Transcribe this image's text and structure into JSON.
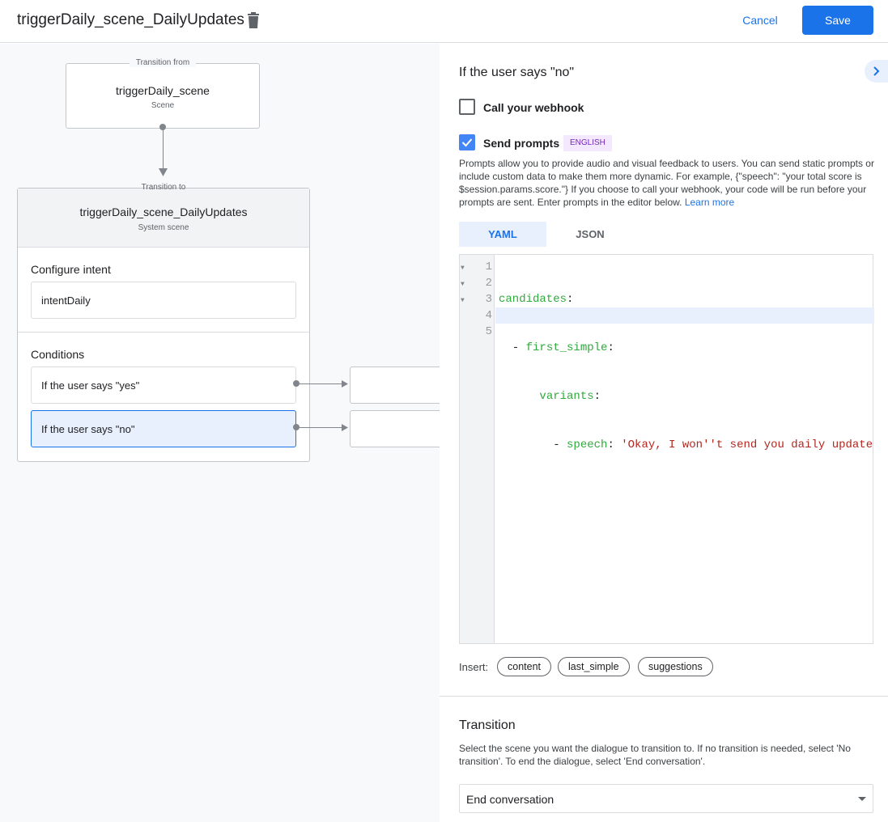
{
  "header": {
    "title": "triggerDaily_scene_DailyUpdates",
    "cancel_label": "Cancel",
    "save_label": "Save"
  },
  "canvas": {
    "from": {
      "legend": "Transition from",
      "name": "triggerDaily_scene",
      "type": "Scene"
    },
    "to": {
      "legend": "Transition to",
      "name": "triggerDaily_scene_DailyUpdates",
      "type": "System scene",
      "configure_intent_label": "Configure intent",
      "intent": "intentDaily",
      "conditions_label": "Conditions",
      "conditions": [
        {
          "label": "If the user says \"yes\""
        },
        {
          "label": "If the user says \"no\"",
          "selected": true
        }
      ]
    }
  },
  "panel": {
    "title": "If the user says \"no\"",
    "webhook": {
      "label": "Call your webhook",
      "checked": false
    },
    "prompts": {
      "label": "Send prompts",
      "checked": true,
      "badge": "ENGLISH",
      "description": "Prompts allow you to provide audio and visual feedback to users. You can send static prompts or include custom data to make them more dynamic. For example, {\"speech\": \"your total score is $session.params.score.\"} If you choose to call your webhook, your code will be run before your prompts are sent. Enter prompts in the editor below. ",
      "learn_more": "Learn more"
    },
    "tabs": [
      {
        "label": "YAML",
        "active": true
      },
      {
        "label": "JSON",
        "active": false
      }
    ],
    "editor": {
      "line_numbers": [
        "1",
        "2",
        "3",
        "4",
        "5"
      ],
      "lines": [
        {
          "key": "candidates",
          "punct": ":"
        },
        {
          "dash": "  - ",
          "key": "first_simple",
          "punct": ":"
        },
        {
          "indent": "      ",
          "key": "variants",
          "punct": ":"
        },
        {
          "dash": "        - ",
          "key": "speech",
          "punct": ": ",
          "value": "'Okay, I won''t send you daily update"
        }
      ]
    },
    "insert": {
      "label": "Insert:",
      "chips": [
        "content",
        "last_simple",
        "suggestions"
      ]
    },
    "transition": {
      "title": "Transition",
      "description": "Select the scene you want the dialogue to transition to. If no transition is needed, select 'No transition'. To end the dialogue, select 'End conversation'.",
      "selected": "End conversation"
    }
  },
  "colors": {
    "accent": "#1a73e8",
    "badge_bg": "#f3e8fd",
    "badge_text": "#7627bb",
    "selected_bg": "#e8f0fe"
  }
}
